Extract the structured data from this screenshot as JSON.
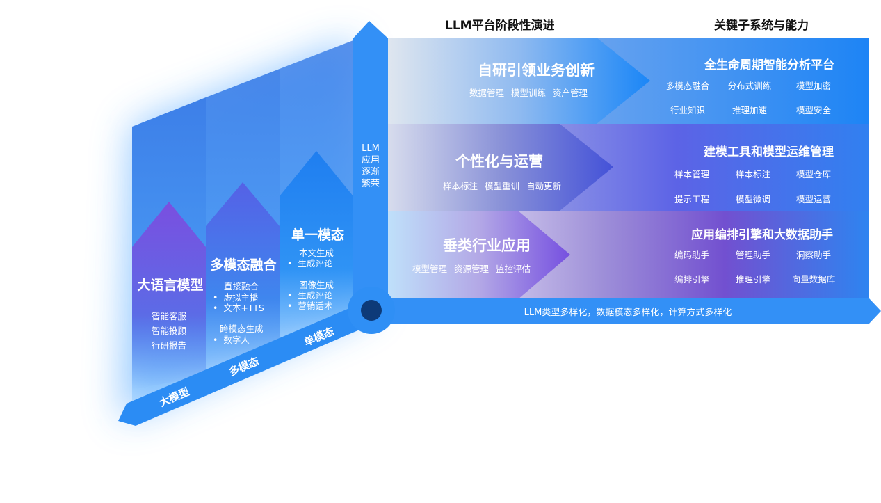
{
  "headers": {
    "evolution": "LLM平台阶段性演进",
    "capabilities": "关键子系统与能力"
  },
  "vertical_axis_label": [
    "LLM",
    "应用",
    "逐渐",
    "繁荣"
  ],
  "horizontal_axis_label": "LLM类型多样化，数据模态多样化，计算方式多样化",
  "diagonal_labels": [
    "大模型",
    "多模态",
    "单模态"
  ],
  "columns": [
    {
      "title": "大语言模型",
      "items": [
        "智能客服",
        "智能投顾",
        "行研报告"
      ]
    },
    {
      "title": "多模态融合",
      "groups": [
        {
          "heading": "直接融合",
          "bullets": [
            "虚拟主播",
            "文本+TTS"
          ]
        },
        {
          "heading": "跨模态生成",
          "bullets": [
            "数字人"
          ]
        }
      ]
    },
    {
      "title": "单一模态",
      "groups": [
        {
          "heading": "本文生成",
          "bullets": [
            "生成评论"
          ]
        },
        {
          "heading": "图像生成",
          "bullets": [
            "生成评论",
            "营销话术"
          ]
        }
      ]
    }
  ],
  "bullet": "•",
  "stages": [
    {
      "title": "自研引领业务创新",
      "subtitle": "数据管理  模型训练  资产管理",
      "system": "全生命周期智能分析平台",
      "capabilities": [
        "多模态融合",
        "分布式训练",
        "模型加密",
        "行业知识",
        "推理加速",
        "模型安全"
      ]
    },
    {
      "title": "个性化与运营",
      "subtitle": "样本标注  模型重训  自动更新",
      "system": "建模工具和模型运维管理",
      "capabilities": [
        "样本管理",
        "样本标注",
        "模型仓库",
        "提示工程",
        "模型微调",
        "模型运营"
      ]
    },
    {
      "title": "垂类行业应用",
      "subtitle": "模型管理  资源管理  监控评估",
      "system": "应用编排引擎和大数据助手",
      "capabilities": [
        "编码助手",
        "管理助手",
        "洞察助手",
        "编排引擎",
        "推理引擎",
        "向量数据库"
      ]
    }
  ],
  "colors": {
    "primary": "#2f8ff5",
    "purple": "#6a4fdc",
    "navy": "#0d3a78"
  }
}
